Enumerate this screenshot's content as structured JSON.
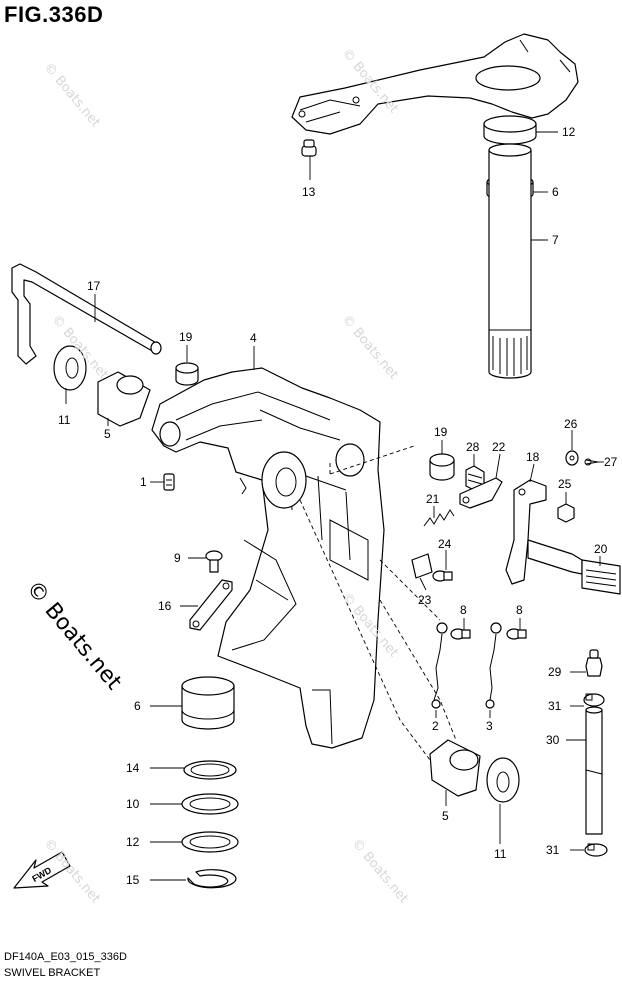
{
  "figure": {
    "title": "FIG.336D",
    "code": "DF140A_E03_015_336D",
    "name": "SWIVEL BRACKET",
    "watermark": "© Boats.net",
    "fwd_label": "FWD"
  },
  "callouts": [
    {
      "id": "c12a",
      "label": "12"
    },
    {
      "id": "c6a",
      "label": "6"
    },
    {
      "id": "c7",
      "label": "7"
    },
    {
      "id": "c13",
      "label": "13"
    },
    {
      "id": "c17",
      "label": "17"
    },
    {
      "id": "c19a",
      "label": "19"
    },
    {
      "id": "c4",
      "label": "4"
    },
    {
      "id": "c11a",
      "label": "11"
    },
    {
      "id": "c5a",
      "label": "5"
    },
    {
      "id": "c1",
      "label": "1"
    },
    {
      "id": "c26",
      "label": "26"
    },
    {
      "id": "c27",
      "label": "27"
    },
    {
      "id": "c19b",
      "label": "19"
    },
    {
      "id": "c28",
      "label": "28"
    },
    {
      "id": "c22",
      "label": "22"
    },
    {
      "id": "c18",
      "label": "18"
    },
    {
      "id": "c25",
      "label": "25"
    },
    {
      "id": "c21",
      "label": "21"
    },
    {
      "id": "c20",
      "label": "20"
    },
    {
      "id": "c24",
      "label": "24"
    },
    {
      "id": "c23",
      "label": "23"
    },
    {
      "id": "c9",
      "label": "9"
    },
    {
      "id": "c16",
      "label": "16"
    },
    {
      "id": "c8a",
      "label": "8"
    },
    {
      "id": "c8b",
      "label": "8"
    },
    {
      "id": "c29",
      "label": "29"
    },
    {
      "id": "c31a",
      "label": "31"
    },
    {
      "id": "c2",
      "label": "2"
    },
    {
      "id": "c3",
      "label": "3"
    },
    {
      "id": "c30",
      "label": "30"
    },
    {
      "id": "c6b",
      "label": "6"
    },
    {
      "id": "c14",
      "label": "14"
    },
    {
      "id": "c10",
      "label": "10"
    },
    {
      "id": "c12b",
      "label": "12"
    },
    {
      "id": "c15",
      "label": "15"
    },
    {
      "id": "c5b",
      "label": "5"
    },
    {
      "id": "c11b",
      "label": "11"
    },
    {
      "id": "c31b",
      "label": "31"
    }
  ]
}
